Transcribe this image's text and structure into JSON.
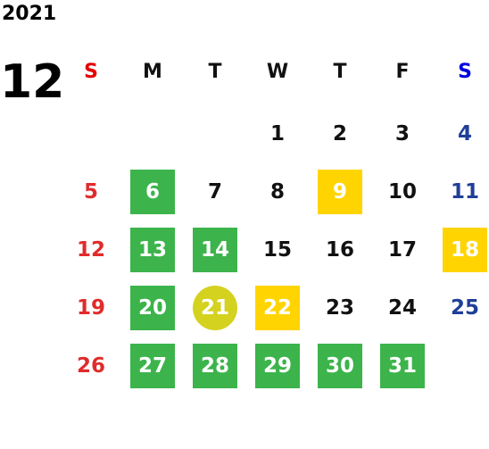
{
  "calendar": {
    "year": "2021",
    "month": "12",
    "weekday_headers": [
      "S",
      "M",
      "T",
      "W",
      "T",
      "F",
      "S"
    ],
    "colors": {
      "sunday": "#e02b2b",
      "saturday": "#1f3f98",
      "green_highlight": "#3cb44b",
      "yellow_highlight": "#ffd400",
      "today_circle": "#d4d21f"
    },
    "weeks": [
      [
        {
          "day": "",
          "style": "empty"
        },
        {
          "day": "",
          "style": "empty"
        },
        {
          "day": "",
          "style": "empty"
        },
        {
          "day": "1",
          "style": "plain"
        },
        {
          "day": "2",
          "style": "plain"
        },
        {
          "day": "3",
          "style": "plain"
        },
        {
          "day": "4",
          "style": "plain"
        }
      ],
      [
        {
          "day": "5",
          "style": "plain"
        },
        {
          "day": "6",
          "style": "green"
        },
        {
          "day": "7",
          "style": "plain"
        },
        {
          "day": "8",
          "style": "plain"
        },
        {
          "day": "9",
          "style": "yellow"
        },
        {
          "day": "10",
          "style": "plain"
        },
        {
          "day": "11",
          "style": "plain"
        }
      ],
      [
        {
          "day": "12",
          "style": "plain"
        },
        {
          "day": "13",
          "style": "green"
        },
        {
          "day": "14",
          "style": "green"
        },
        {
          "day": "15",
          "style": "plain"
        },
        {
          "day": "16",
          "style": "plain"
        },
        {
          "day": "17",
          "style": "plain"
        },
        {
          "day": "18",
          "style": "yellow"
        }
      ],
      [
        {
          "day": "19",
          "style": "plain"
        },
        {
          "day": "20",
          "style": "green"
        },
        {
          "day": "21",
          "style": "today"
        },
        {
          "day": "22",
          "style": "yellow"
        },
        {
          "day": "23",
          "style": "plain"
        },
        {
          "day": "24",
          "style": "plain"
        },
        {
          "day": "25",
          "style": "plain"
        }
      ],
      [
        {
          "day": "26",
          "style": "plain"
        },
        {
          "day": "27",
          "style": "green"
        },
        {
          "day": "28",
          "style": "green"
        },
        {
          "day": "29",
          "style": "green"
        },
        {
          "day": "30",
          "style": "green"
        },
        {
          "day": "31",
          "style": "green"
        },
        {
          "day": "",
          "style": "empty"
        }
      ]
    ]
  }
}
